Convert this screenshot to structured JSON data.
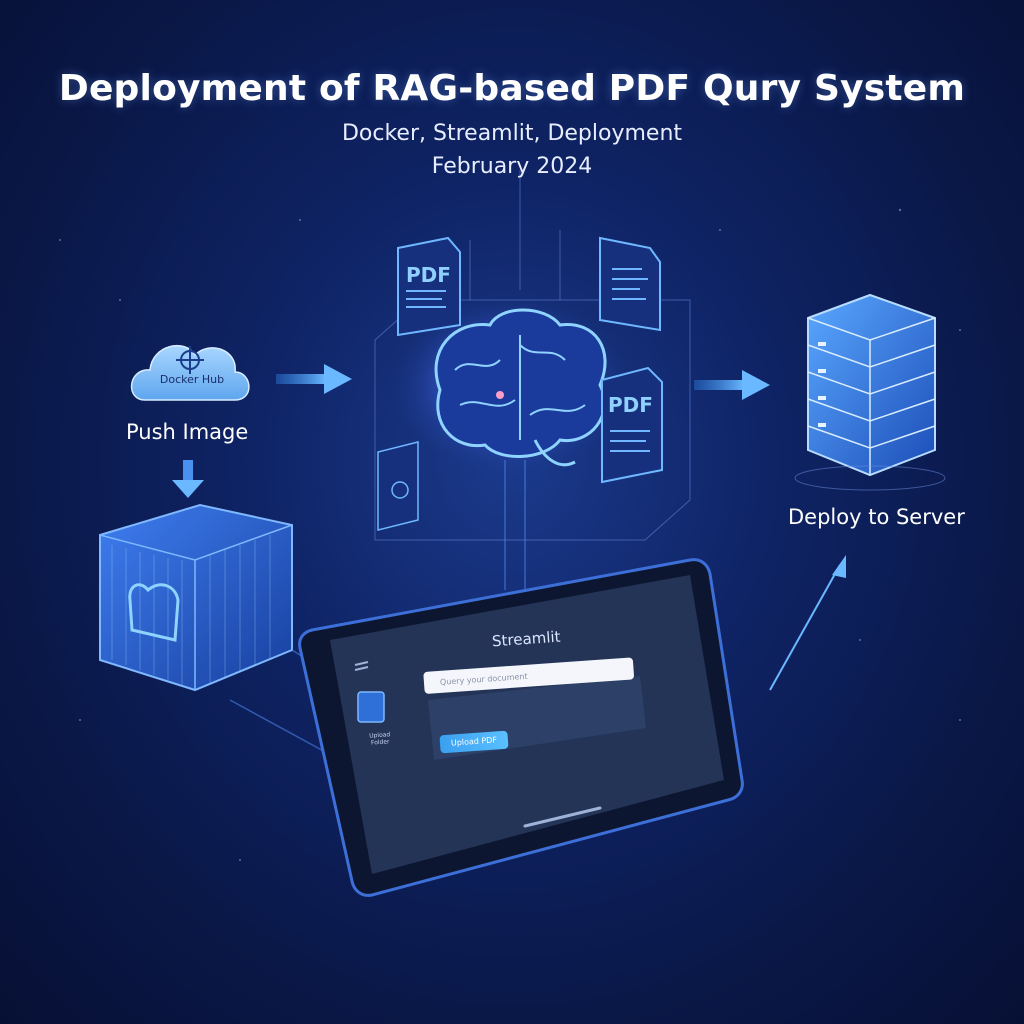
{
  "header": {
    "title": "Deployment of RAG-based PDF Qury System",
    "subtitle": "Docker, Streamlit, Deployment",
    "date": "February 2024"
  },
  "docker_hub": {
    "label": "Docker Hub",
    "icon": "ship-wheel-icon"
  },
  "steps": {
    "push": "Push Image",
    "deploy": "Deploy to Server"
  },
  "documents": {
    "pdf_label": "PDF"
  },
  "tablet": {
    "app_name": "Streamlit",
    "search_placeholder": "Query your document",
    "upload_button": "Upload PDF",
    "side_item": "Upload Folder"
  },
  "colors": {
    "accent": "#3aa0f0",
    "glow": "#5bc0ff",
    "background": "#0b1a4a"
  }
}
